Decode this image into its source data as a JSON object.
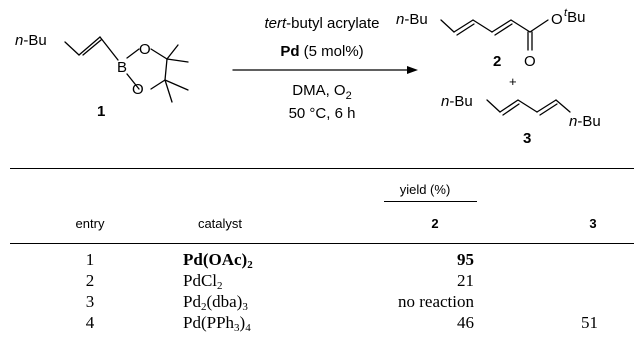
{
  "scheme": {
    "reagent_name": "tert",
    "reagent_rest": "-butyl acrylate",
    "catalyst_metal": "Pd",
    "catalyst_loading": " (5 mol%)",
    "solvent_oxidant": "DMA, O",
    "oxidant_sub": "2",
    "conditions": "50 °C, 6 h",
    "substituent": "n",
    "substituent_rest": "-Bu",
    "boron": "B",
    "oxygen": "O",
    "ester_sup": "t",
    "ester_rest": "Bu",
    "plus": "+",
    "label_1": "1",
    "label_2": "2",
    "label_3": "3"
  },
  "table": {
    "group_header": "yield (%)",
    "headers": {
      "entry": "entry",
      "catalyst": "catalyst",
      "y2": "2",
      "y3": "3"
    },
    "rows": [
      {
        "entry": "1",
        "catalyst": [
          [
            "Pd(OAc)",
            ""
          ],
          [
            "2",
            "sub"
          ]
        ],
        "bold": true,
        "y2": "95",
        "y3": ""
      },
      {
        "entry": "2",
        "catalyst": [
          [
            "PdCl",
            ""
          ],
          [
            "2",
            "sub"
          ]
        ],
        "bold": false,
        "y2": "21",
        "y3": ""
      },
      {
        "entry": "3",
        "catalyst": [
          [
            "Pd",
            ""
          ],
          [
            "2",
            "sub"
          ],
          [
            "(dba)",
            ""
          ],
          [
            "3",
            "sub"
          ]
        ],
        "bold": false,
        "y2": "no reaction",
        "y3": ""
      },
      {
        "entry": "4",
        "catalyst": [
          [
            "Pd(PPh",
            ""
          ],
          [
            "3",
            "sub"
          ],
          [
            ")",
            ""
          ],
          [
            "4",
            "sub"
          ]
        ],
        "bold": false,
        "y2": "46",
        "y3": "51"
      }
    ]
  }
}
